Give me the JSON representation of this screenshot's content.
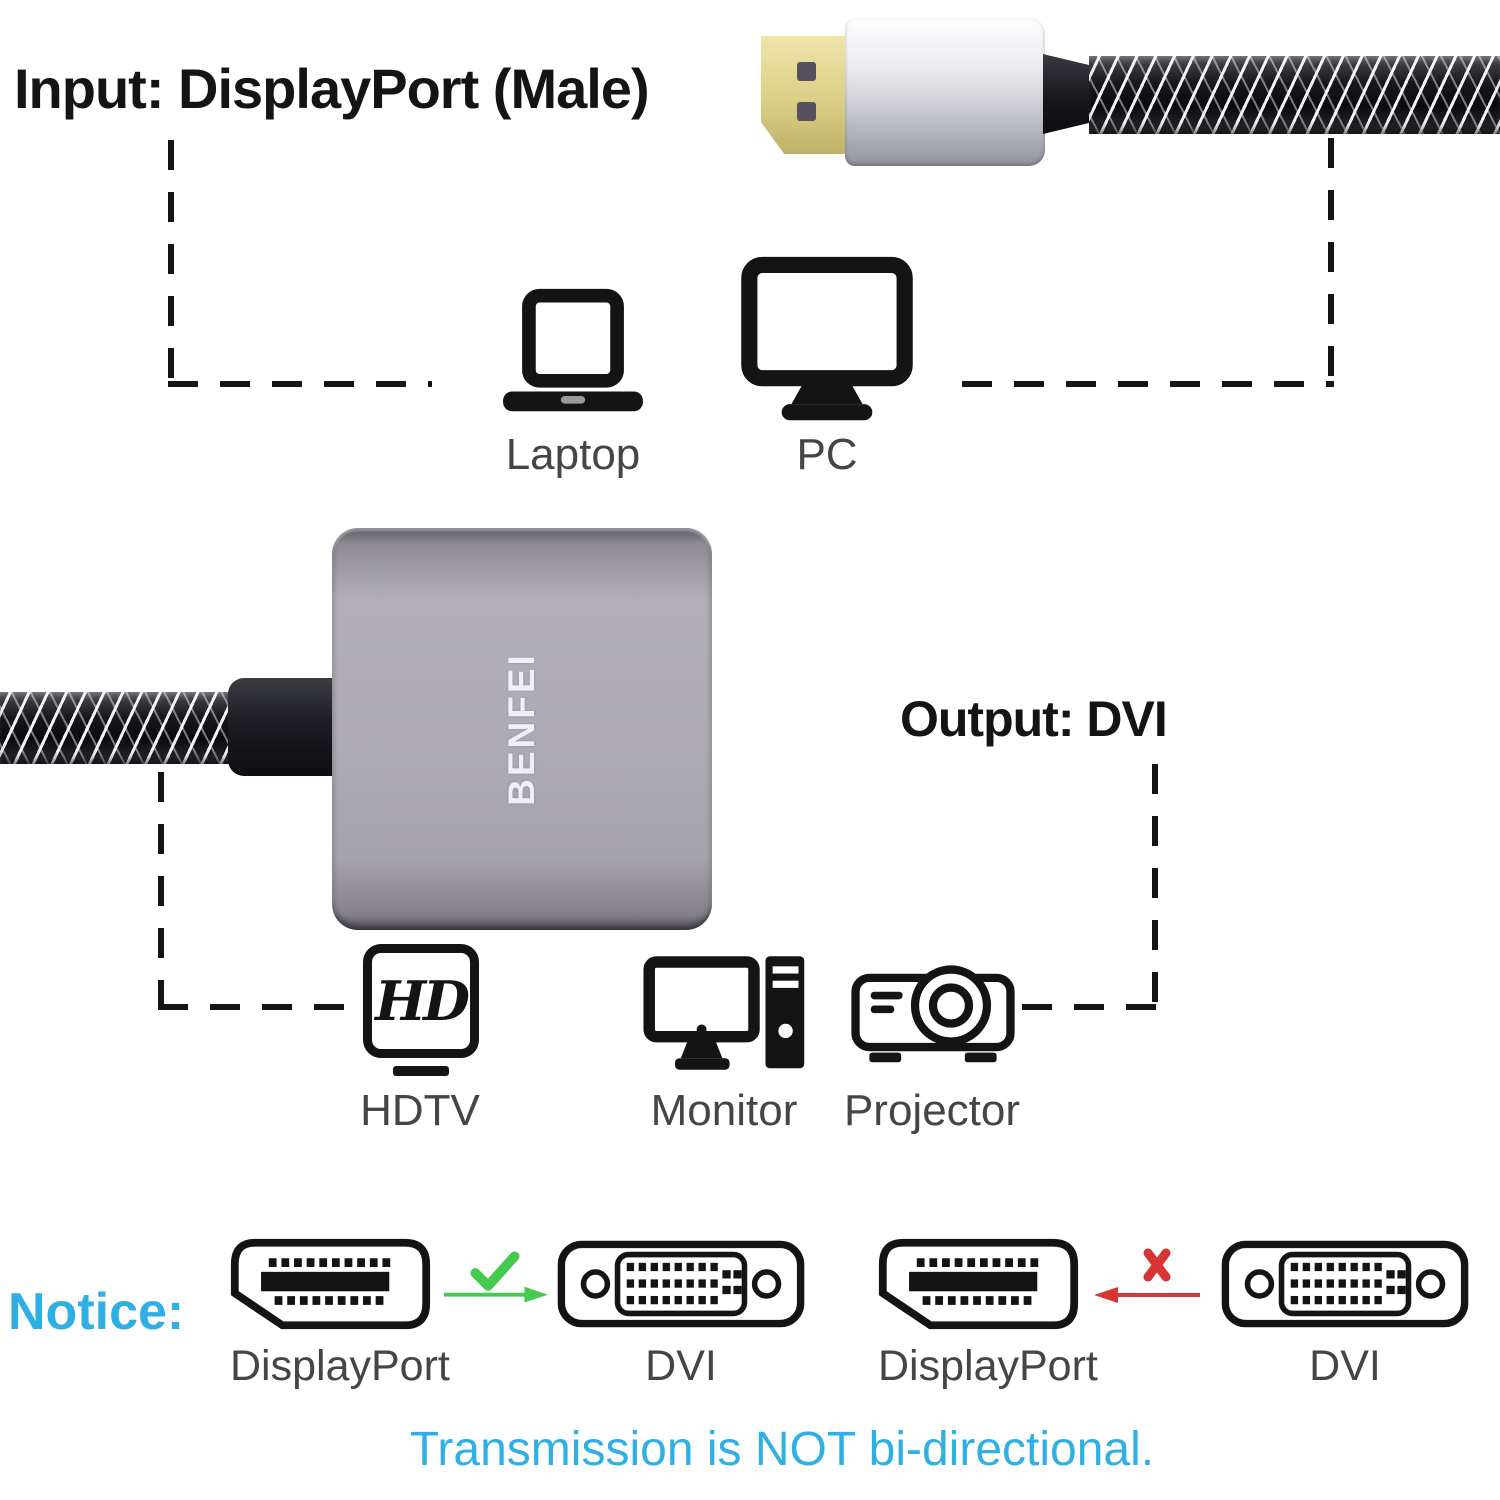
{
  "colors": {
    "accent_cyan": "#2fb0e4",
    "ok_green": "#45c94e",
    "no_red": "#d93434",
    "icon_black": "#141414",
    "label_gray": "#454545",
    "gold": "#dbcf87",
    "adapter_gray": "#aeabb5"
  },
  "input_section": {
    "title": "Input: DisplayPort (Male)",
    "devices": [
      {
        "label": "Laptop"
      },
      {
        "label": "PC"
      }
    ]
  },
  "adapter": {
    "brand": "BENFEI"
  },
  "output_section": {
    "title": "Output: DVI",
    "devices": [
      {
        "label": "HDTV",
        "badge": "HD"
      },
      {
        "label": "Monitor"
      },
      {
        "label": "Projector"
      }
    ]
  },
  "notice": {
    "label": "Notice:",
    "pairs": [
      {
        "from": "DisplayPort",
        "to": "DVI",
        "status": "allowed"
      },
      {
        "from": "DisplayPort",
        "to": "DVI",
        "status": "not-allowed"
      }
    ],
    "footer": "Transmission is NOT bi-directional."
  }
}
